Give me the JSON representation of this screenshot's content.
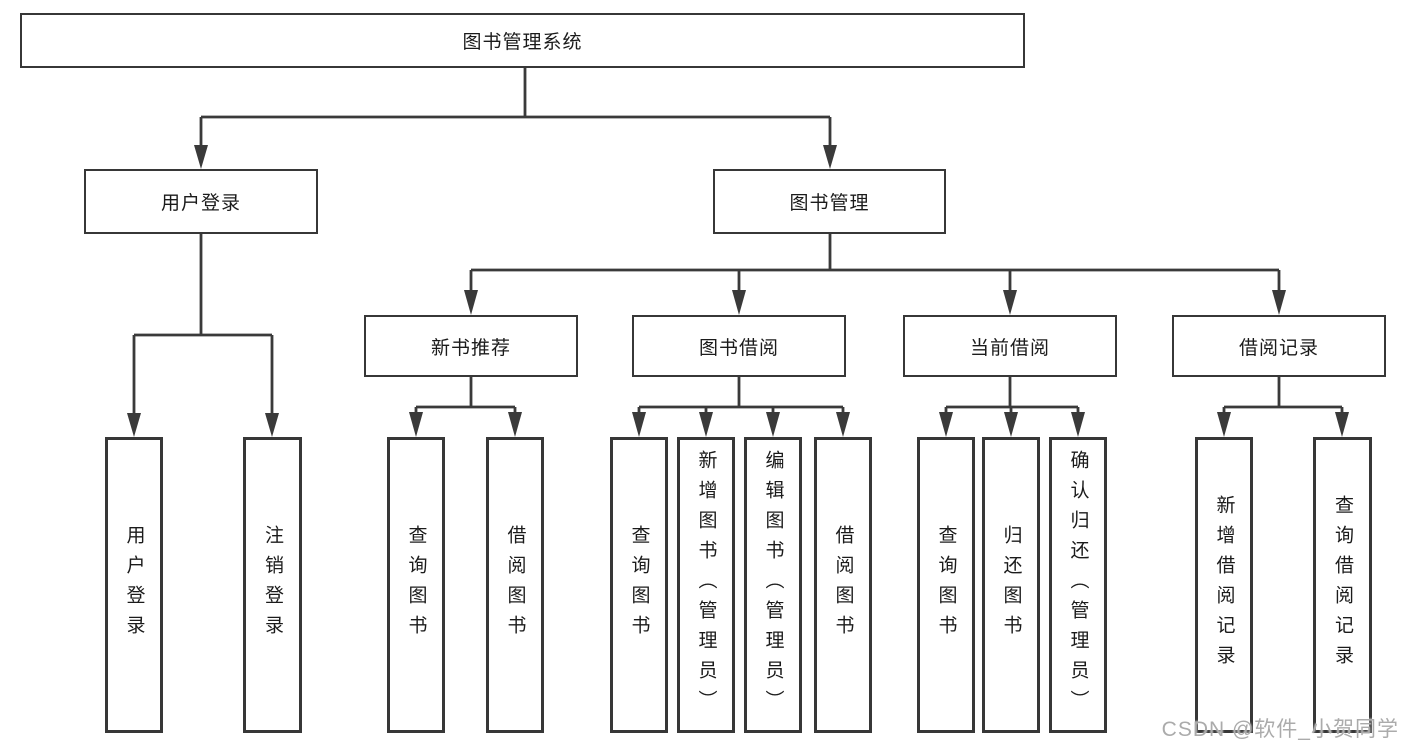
{
  "watermark": {
    "text": "CSDN @软件_小贺同学"
  },
  "colors": {
    "line": "#3a3a3a",
    "box_border": "#373737",
    "text": "#1b1b1b",
    "background": "#ffffff",
    "watermark": "#ababab"
  },
  "tree": {
    "root": {
      "label": "图书管理系统",
      "children": [
        {
          "label": "用户登录",
          "children": [
            {
              "label": "用户登录"
            },
            {
              "label": "注销登录"
            }
          ]
        },
        {
          "label": "图书管理",
          "children": [
            {
              "label": "新书推荐",
              "children": [
                {
                  "label": "查询图书"
                },
                {
                  "label": "借阅图书"
                }
              ]
            },
            {
              "label": "图书借阅",
              "children": [
                {
                  "label": "查询图书"
                },
                {
                  "label": "新增图书（管理员）"
                },
                {
                  "label": "编辑图书（管理员）"
                },
                {
                  "label": "借阅图书"
                }
              ]
            },
            {
              "label": "当前借阅",
              "children": [
                {
                  "label": "查询图书"
                },
                {
                  "label": "归还图书"
                },
                {
                  "label": "确认归还（管理员）"
                }
              ]
            },
            {
              "label": "借阅记录",
              "children": [
                {
                  "label": "新增借阅记录"
                },
                {
                  "label": "查询借阅记录"
                }
              ]
            }
          ]
        }
      ]
    }
  }
}
